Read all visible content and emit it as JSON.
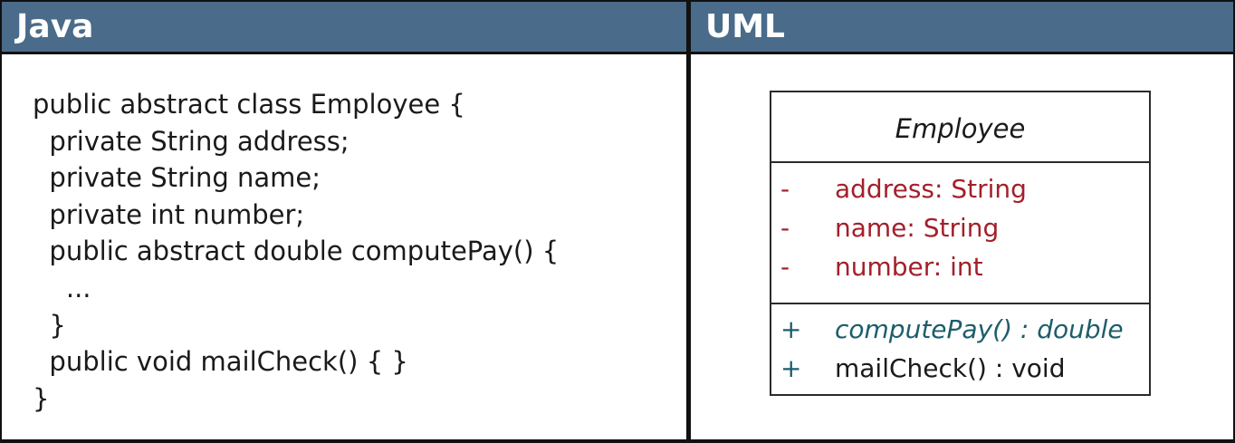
{
  "java": {
    "header": "Java",
    "code_lines": [
      "public abstract class Employee {",
      "  private String address;",
      "  private String name;",
      "  private int number;",
      "  public abstract double computePay() {",
      "    ...",
      "  }",
      "  public void mailCheck() { }",
      "}"
    ]
  },
  "uml": {
    "header": "UML",
    "class_name": "Employee",
    "attributes": [
      {
        "visibility": "-",
        "text": "address:  String"
      },
      {
        "visibility": "-",
        "text": "name:  String"
      },
      {
        "visibility": "-",
        "text": "number:  int"
      }
    ],
    "operations": [
      {
        "visibility": "+",
        "text": "computePay() : double",
        "abstract": true
      },
      {
        "visibility": "+",
        "text": "mailCheck() : void",
        "abstract": false
      }
    ]
  },
  "colors": {
    "header_bg": "#4a6b8a",
    "attribute_text": "#a3202a",
    "abstract_op_text": "#1c5d6b"
  }
}
